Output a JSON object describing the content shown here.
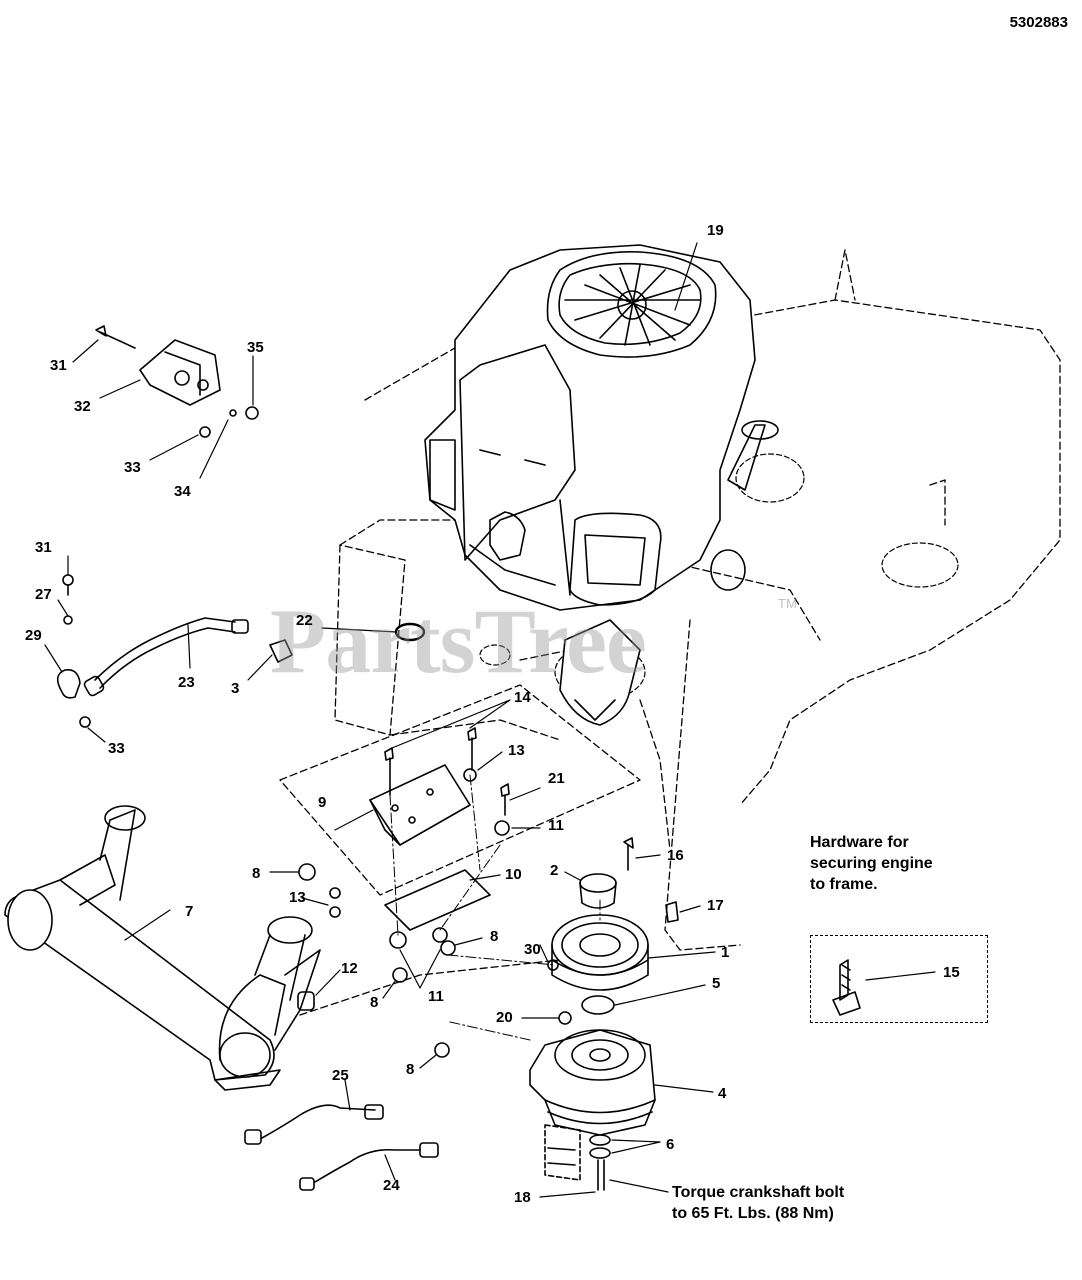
{
  "document_number": "5302883",
  "watermark": "PartsTree",
  "watermark_tm": "TM",
  "notes": {
    "hardware_line1": "Hardware for",
    "hardware_line2": "securing engine",
    "hardware_line3": "to frame.",
    "torque_line1": "Torque crankshaft bolt",
    "torque_line2": "to 65 Ft. Lbs. (88 Nm)"
  },
  "parts": [
    {
      "id": "p19",
      "num": "19"
    },
    {
      "id": "p31a",
      "num": "31"
    },
    {
      "id": "p35",
      "num": "35"
    },
    {
      "id": "p32",
      "num": "32"
    },
    {
      "id": "p33a",
      "num": "33"
    },
    {
      "id": "p34",
      "num": "34"
    },
    {
      "id": "p31b",
      "num": "31"
    },
    {
      "id": "p27",
      "num": "27"
    },
    {
      "id": "p29",
      "num": "29"
    },
    {
      "id": "p23",
      "num": "23"
    },
    {
      "id": "p22",
      "num": "22"
    },
    {
      "id": "p3",
      "num": "3"
    },
    {
      "id": "p33b",
      "num": "33"
    },
    {
      "id": "p14",
      "num": "14"
    },
    {
      "id": "p13a",
      "num": "13"
    },
    {
      "id": "p9",
      "num": "9"
    },
    {
      "id": "p21",
      "num": "21"
    },
    {
      "id": "p11a",
      "num": "11"
    },
    {
      "id": "p16",
      "num": "16"
    },
    {
      "id": "p8a",
      "num": "8"
    },
    {
      "id": "p13b",
      "num": "13"
    },
    {
      "id": "p7",
      "num": "7"
    },
    {
      "id": "p2",
      "num": "2"
    },
    {
      "id": "p10",
      "num": "10"
    },
    {
      "id": "p17",
      "num": "17"
    },
    {
      "id": "p8b",
      "num": "8"
    },
    {
      "id": "p30",
      "num": "30"
    },
    {
      "id": "p1",
      "num": "1"
    },
    {
      "id": "p15",
      "num": "15"
    },
    {
      "id": "p12",
      "num": "12"
    },
    {
      "id": "p8c",
      "num": "8"
    },
    {
      "id": "p11b",
      "num": "11"
    },
    {
      "id": "p5",
      "num": "5"
    },
    {
      "id": "p20",
      "num": "20"
    },
    {
      "id": "p8d",
      "num": "8"
    },
    {
      "id": "p4",
      "num": "4"
    },
    {
      "id": "p25",
      "num": "25"
    },
    {
      "id": "p6",
      "num": "6"
    },
    {
      "id": "p24",
      "num": "24"
    },
    {
      "id": "p18",
      "num": "18"
    }
  ]
}
